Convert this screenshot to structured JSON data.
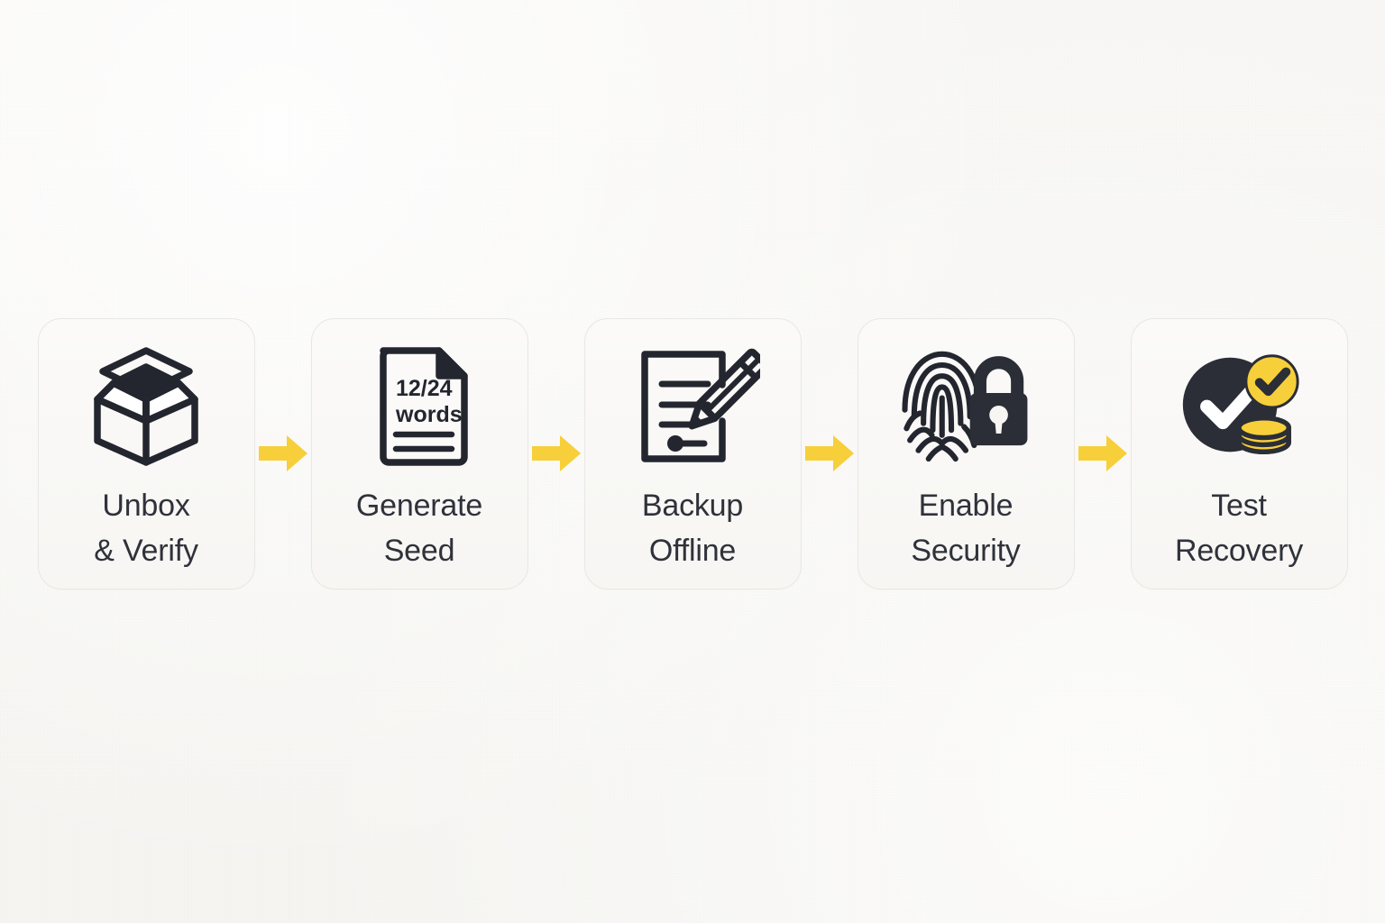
{
  "theme": {
    "canvas_background": "#f7f6f3",
    "card_background": "#f9f8f6",
    "card_border": "#e8e7e4",
    "text_color": "#2f323a",
    "ink": "#23262e",
    "accent_yellow": "#f7cf3a",
    "arrow_color": "#f7cf3a"
  },
  "flow": {
    "type": "horizontal-process-flow",
    "step_count": 5,
    "arrow_count": 4,
    "steps": [
      {
        "index": 1,
        "label": "Unbox\n& Verify",
        "label_line1": "Unbox",
        "label_line2": "& Verify",
        "icon": "open-box-icon",
        "icon_description": "open cardboard box with floating lid",
        "icon_text": ""
      },
      {
        "index": 2,
        "label": "Generate\nSeed",
        "label_line1": "Generate",
        "label_line2": "Seed",
        "icon": "seed-document-icon",
        "icon_description": "document with folded corner showing seed phrase word count",
        "icon_text": "12/24 words",
        "icon_text_line1": "12/24",
        "icon_text_line2": "words"
      },
      {
        "index": 3,
        "label": "Backup\nOffline",
        "label_line1": "Backup",
        "label_line2": "Offline",
        "icon": "document-pencil-icon",
        "icon_description": "paper with written lines and a pencil writing on it",
        "icon_text": ""
      },
      {
        "index": 4,
        "label": "Enable\nSecurity",
        "label_line1": "Enable",
        "label_line2": "Security",
        "icon": "fingerprint-lock-icon",
        "icon_description": "fingerprint next to a closed padlock",
        "icon_text": ""
      },
      {
        "index": 5,
        "label": "Test\nRecovery",
        "label_line1": "Test",
        "label_line2": "Recovery",
        "icon": "check-coins-icon",
        "icon_description": "dark circle with white checkmark, yellow verified badge and stack of coins",
        "icon_text": ""
      }
    ],
    "arrows": [
      {
        "index": 1,
        "from_step": 1,
        "to_step": 2,
        "icon": "arrow-right-icon"
      },
      {
        "index": 2,
        "from_step": 2,
        "to_step": 3,
        "icon": "arrow-right-icon"
      },
      {
        "index": 3,
        "from_step": 3,
        "to_step": 4,
        "icon": "arrow-right-icon"
      },
      {
        "index": 4,
        "from_step": 4,
        "to_step": 5,
        "icon": "arrow-right-icon"
      }
    ]
  }
}
